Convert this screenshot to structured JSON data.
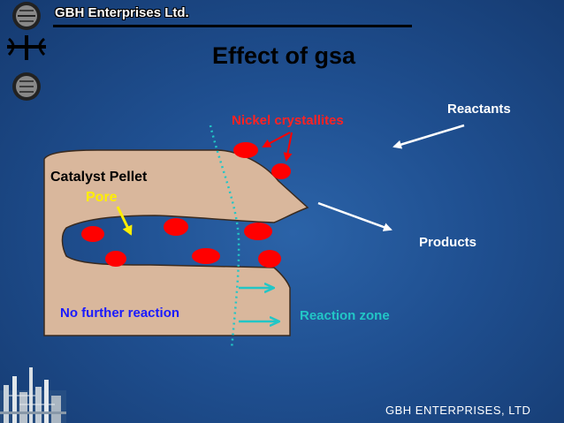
{
  "header": {
    "company": "GBH Enterprises Ltd."
  },
  "slide": {
    "title": "Effect of gsa"
  },
  "labels": {
    "nickel": "Nickel crystallites",
    "reactants": "Reactants",
    "catalyst": "Catalyst Pellet",
    "pore": "Pore",
    "products": "Products",
    "no_reaction": "No further reaction",
    "reaction_zone": "Reaction zone"
  },
  "footer": {
    "company": "GBH ENTERPRISES, LTD"
  },
  "colors": {
    "pellet": "#d9b79c",
    "crystallite": "#ff0000",
    "nickel_label": "#ff2222",
    "pore_label": "#ffee00",
    "reaction_zone": "#22c6c6",
    "no_reaction_label": "#1a1aff"
  },
  "icons": [
    "logo-icon",
    "refinery-icon"
  ]
}
